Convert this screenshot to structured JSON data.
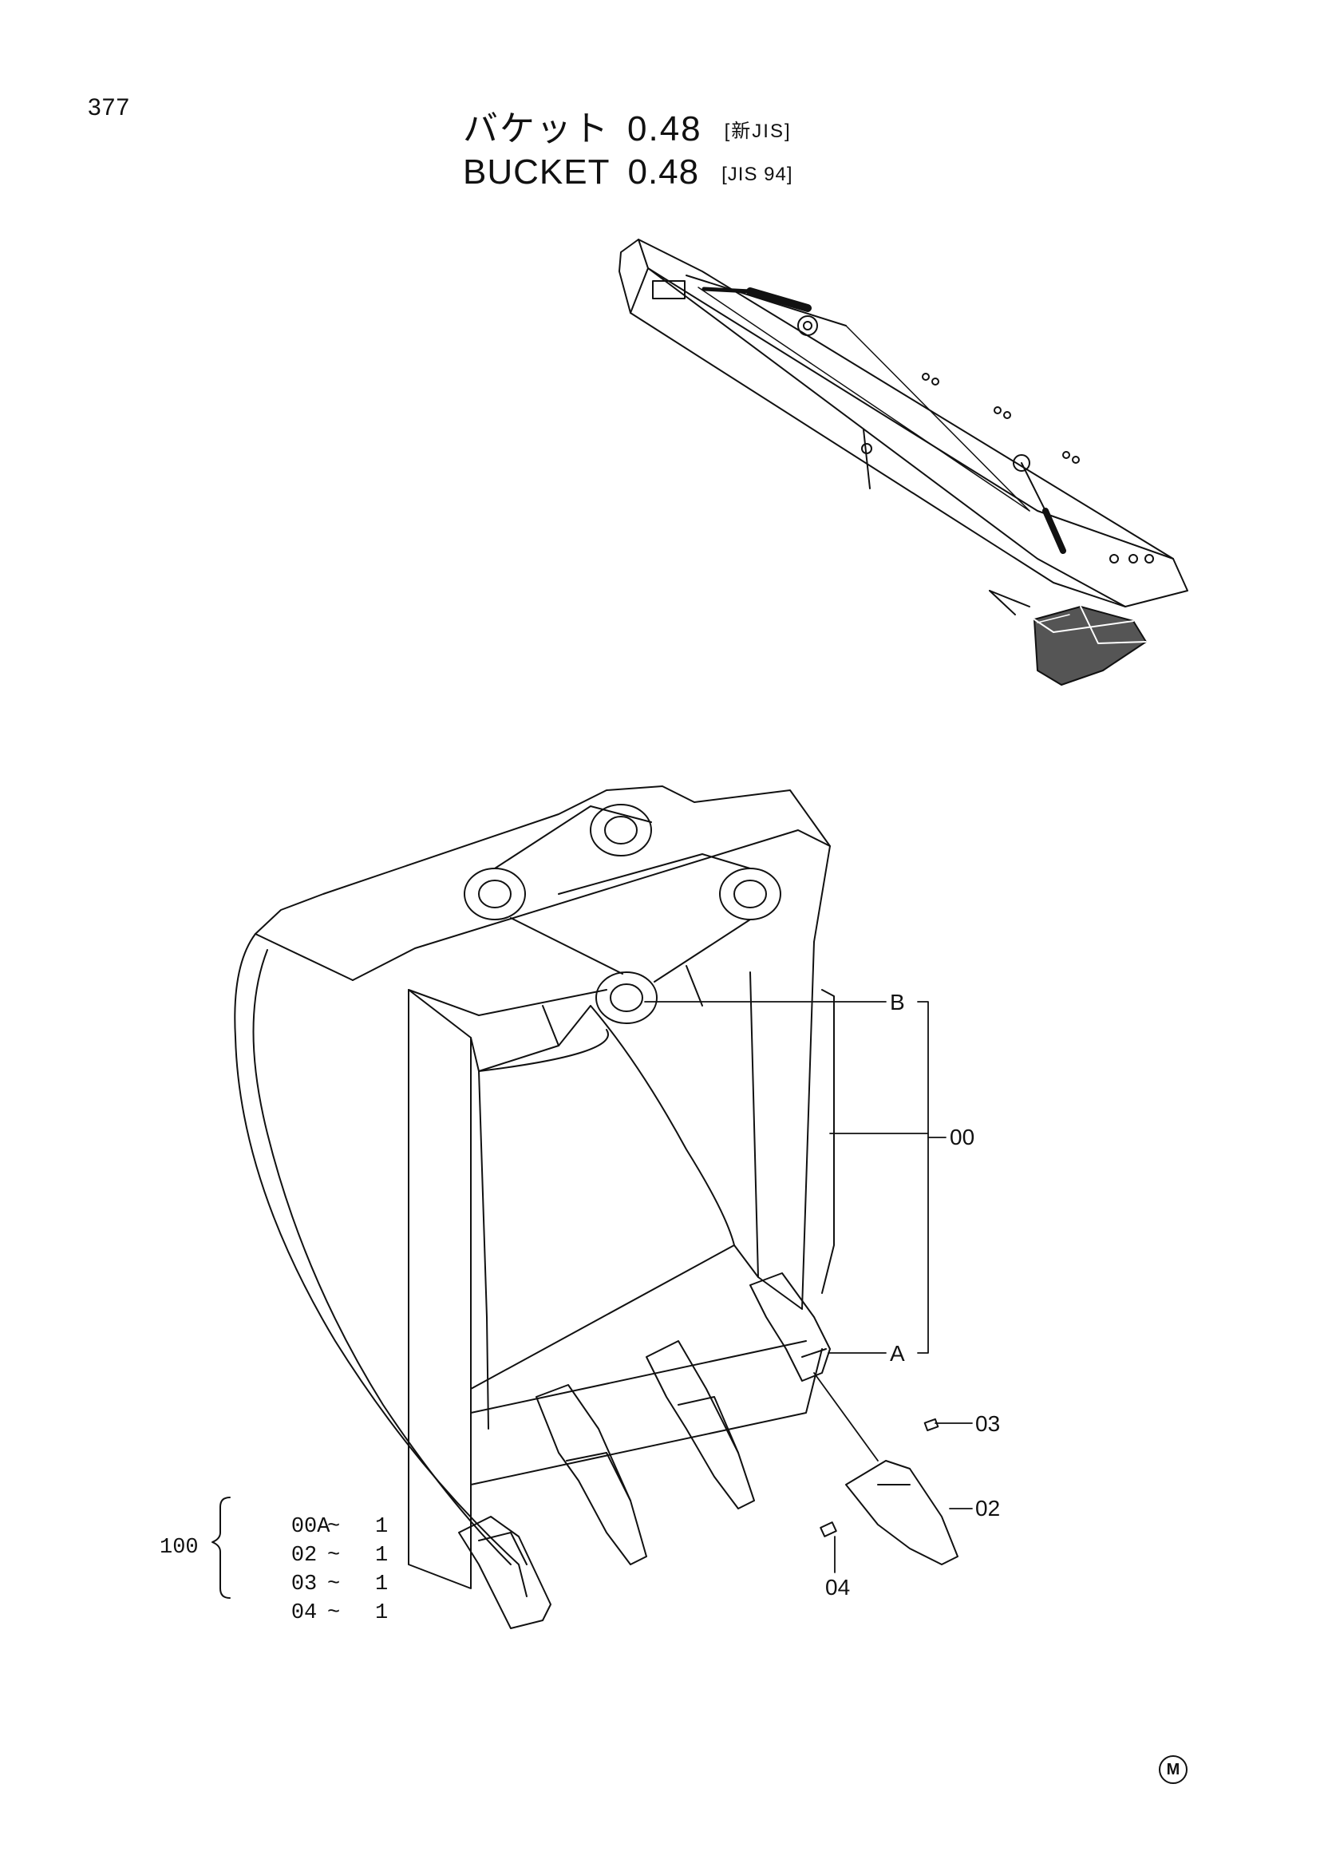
{
  "page_number": "377",
  "title": {
    "jp": "バケット",
    "jp_value": "0.48",
    "jp_standard": "[新JIS]",
    "en": "BUCKET",
    "en_value": "0.48",
    "en_standard": "[JIS 94]"
  },
  "callouts": {
    "b": "B",
    "a": "A",
    "assembly": "00",
    "part_03": "03",
    "part_02": "02",
    "part_04": "04"
  },
  "kit": {
    "number": "100",
    "rows": [
      {
        "part": "00A",
        "sep": "~",
        "qty": "1"
      },
      {
        "part": "02",
        "sep": "~",
        "qty": "1"
      },
      {
        "part": "03",
        "sep": "~",
        "qty": "1"
      },
      {
        "part": "04",
        "sep": "~",
        "qty": "1"
      }
    ]
  },
  "corner_mark": "M",
  "colors": {
    "ink": "#111111",
    "paper": "#ffffff",
    "shade": "#555555"
  }
}
